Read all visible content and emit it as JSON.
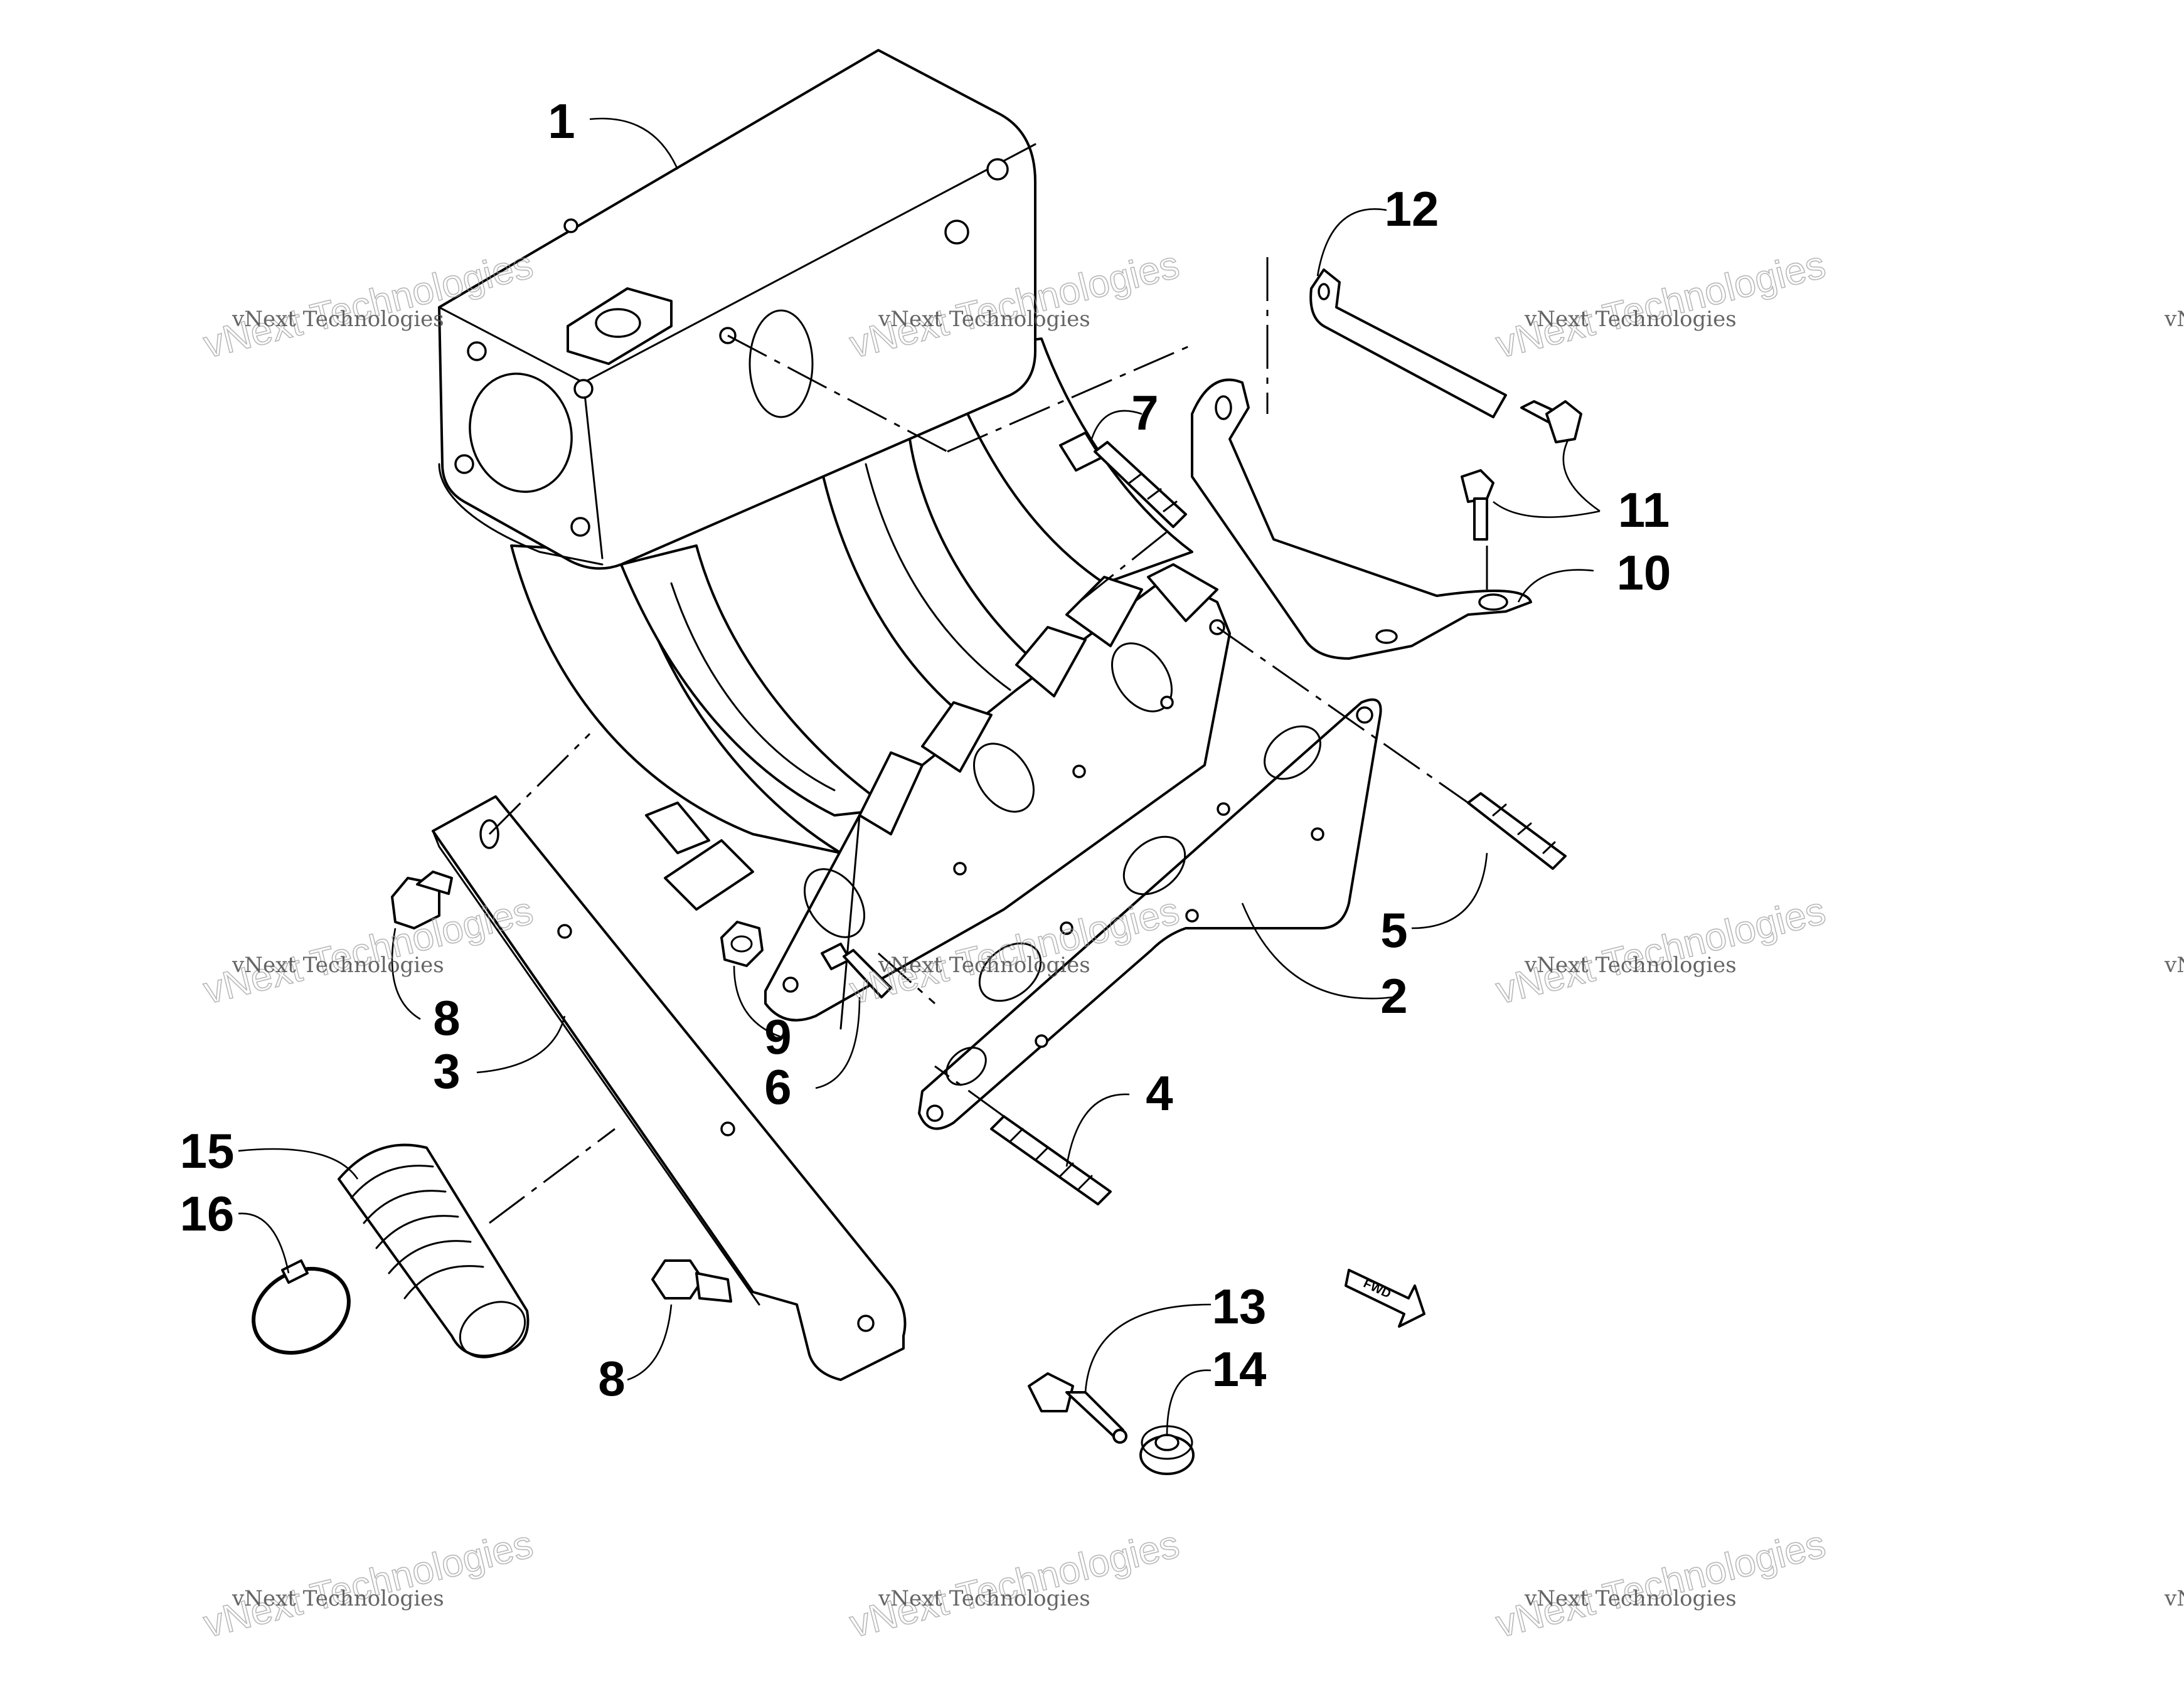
{
  "callouts": [
    {
      "number": "1"
    },
    {
      "number": "2"
    },
    {
      "number": "3"
    },
    {
      "number": "4"
    },
    {
      "number": "5"
    },
    {
      "number": "6"
    },
    {
      "number": "7"
    },
    {
      "number": "8"
    },
    {
      "number": "8"
    },
    {
      "number": "9"
    },
    {
      "number": "10"
    },
    {
      "number": "11"
    },
    {
      "number": "12"
    },
    {
      "number": "13"
    },
    {
      "number": "14"
    },
    {
      "number": "15"
    },
    {
      "number": "16"
    }
  ],
  "fwd_marker": "FWD",
  "watermark": {
    "line_small": "vNext Technologies",
    "line_large": "vNext Technologies"
  }
}
